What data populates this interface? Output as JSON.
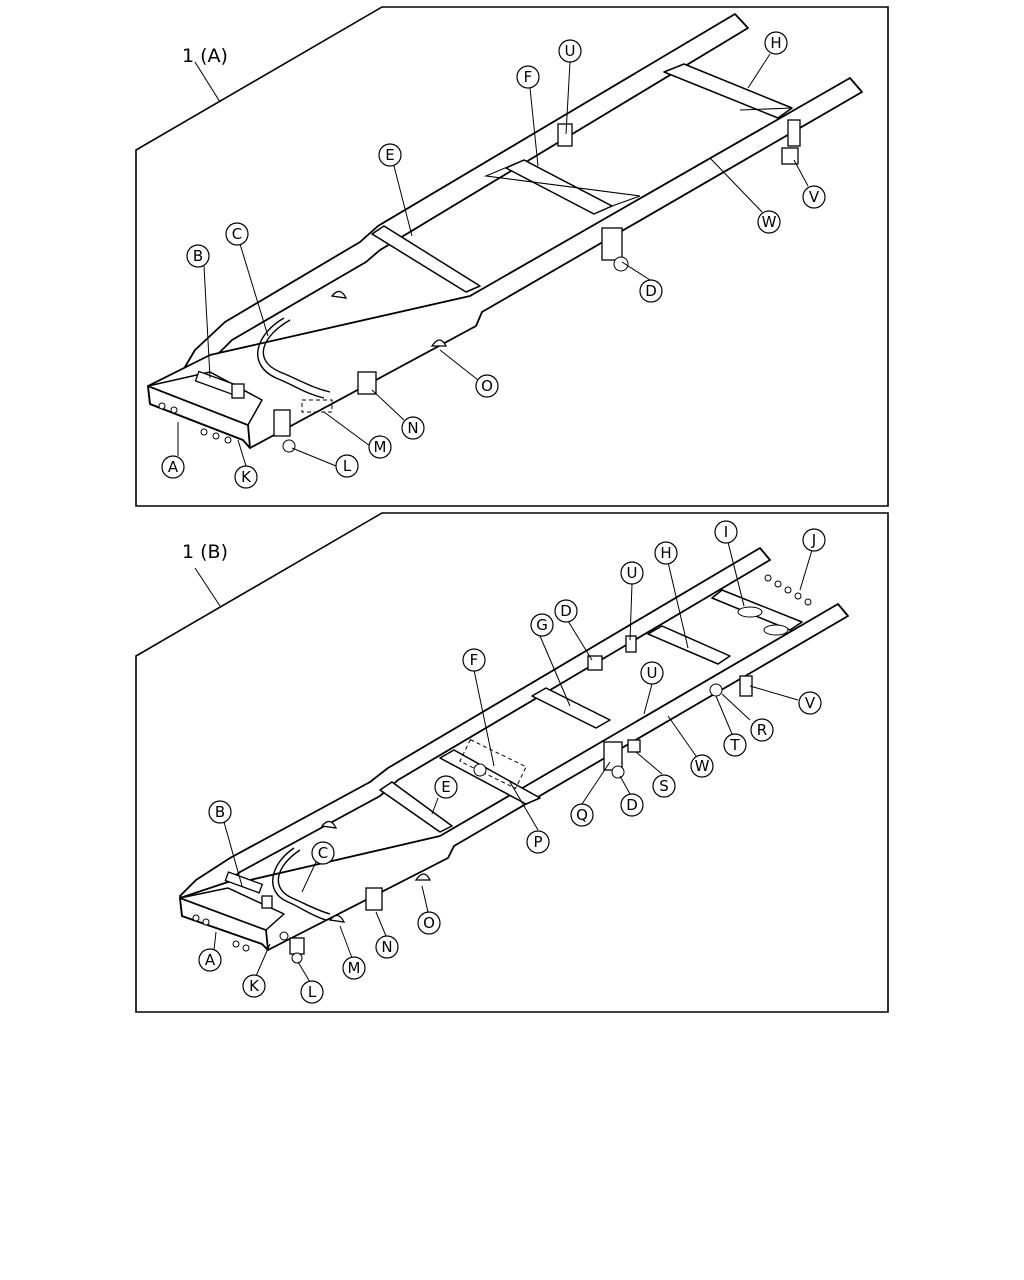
{
  "figure_a": {
    "title": "1 (A)",
    "labels": [
      "A",
      "B",
      "C",
      "D",
      "E",
      "F",
      "H",
      "K",
      "L",
      "M",
      "N",
      "O",
      "U",
      "V",
      "W"
    ]
  },
  "figure_b": {
    "title": "1 (B)",
    "labels": [
      "A",
      "B",
      "C",
      "D",
      "D",
      "E",
      "F",
      "G",
      "H",
      "I",
      "J",
      "K",
      "L",
      "M",
      "N",
      "O",
      "P",
      "Q",
      "R",
      "S",
      "T",
      "U",
      "U",
      "V",
      "W"
    ]
  }
}
